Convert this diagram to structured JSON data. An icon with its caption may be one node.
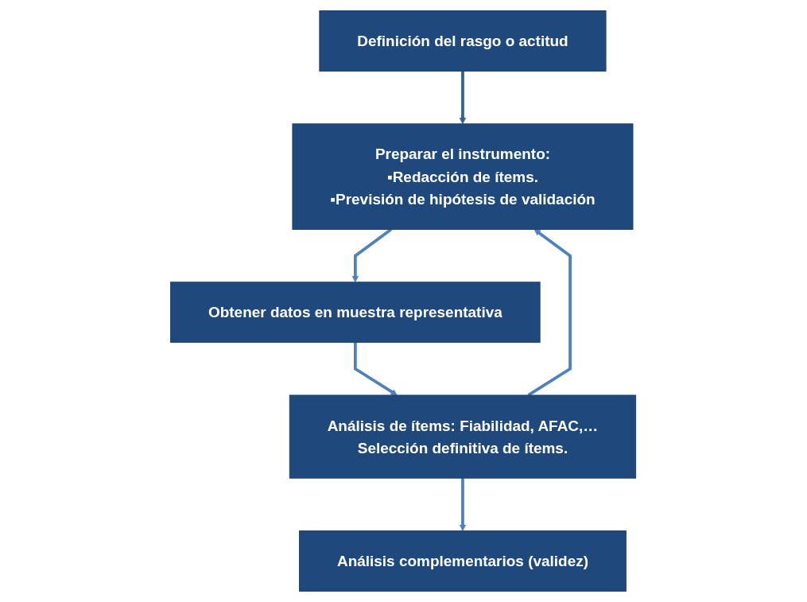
{
  "diagram": {
    "nodes": [
      {
        "text": [
          "Definición del rasgo o actitud"
        ]
      },
      {
        "text": [
          "Preparar el instrumento:",
          "▪Redacción de ítems.",
          "▪Previsión de hipótesis de validación"
        ]
      },
      {
        "text": [
          "Obtener datos en muestra representativa"
        ]
      },
      {
        "text": [
          "Análisis de ítems: Fiabilidad, AFAC,…",
          "Selección definitiva de ítems."
        ]
      },
      {
        "text": [
          "Análisis complementarios (validez)"
        ]
      }
    ],
    "edges": [
      {
        "from": 0,
        "to": 1,
        "arrow": "to",
        "color": "#34618f"
      },
      {
        "from": 1,
        "to": 2,
        "arrow": "to"
      },
      {
        "from": 2,
        "to": 3,
        "arrow": "to"
      },
      {
        "from": 3,
        "to": 1,
        "arrow": "to"
      },
      {
        "from": 3,
        "to": 4,
        "arrow": "to"
      }
    ]
  }
}
